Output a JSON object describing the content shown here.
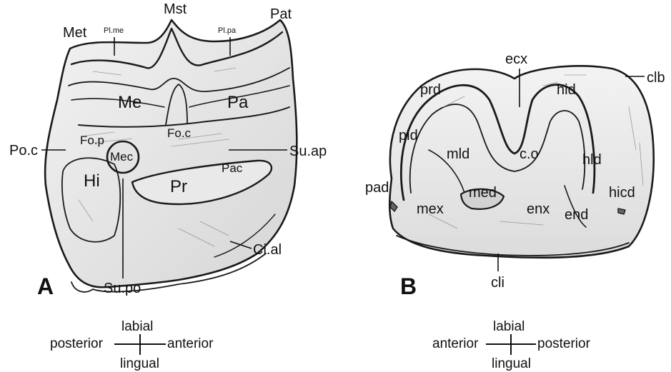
{
  "panelA": {
    "letter": "A",
    "labels": {
      "met": "Met",
      "pl_me": "Pl.me",
      "mst": "Mst",
      "pl_pa": "Pl.pa",
      "pat": "Pat",
      "me": "Me",
      "pa": "Pa",
      "fo_p": "Fo.p",
      "fo_c": "Fo.c",
      "po_c": "Po.c",
      "mec": "Mec",
      "su_ap": "Su.ap",
      "pac": "Pac",
      "hi": "Hi",
      "pr": "Pr",
      "ci_al": "Ci.al",
      "su_po": "Su.po"
    },
    "orientation": {
      "top": "labial",
      "left": "posterior",
      "right": "anterior",
      "bottom": "lingual"
    }
  },
  "panelB": {
    "letter": "B",
    "labels": {
      "ecx": "ecx",
      "clb": "clb",
      "prd": "prd",
      "hid": "hid",
      "pld": "pld",
      "mld": "mld",
      "c_o": "c.o",
      "hld": "hld",
      "pad": "pad",
      "med": "med",
      "hicd": "hicd",
      "mex": "mex",
      "enx": "enx",
      "end": "end",
      "cli": "cli"
    },
    "orientation": {
      "top": "labial",
      "left": "anterior",
      "right": "posterior",
      "bottom": "lingual"
    }
  }
}
